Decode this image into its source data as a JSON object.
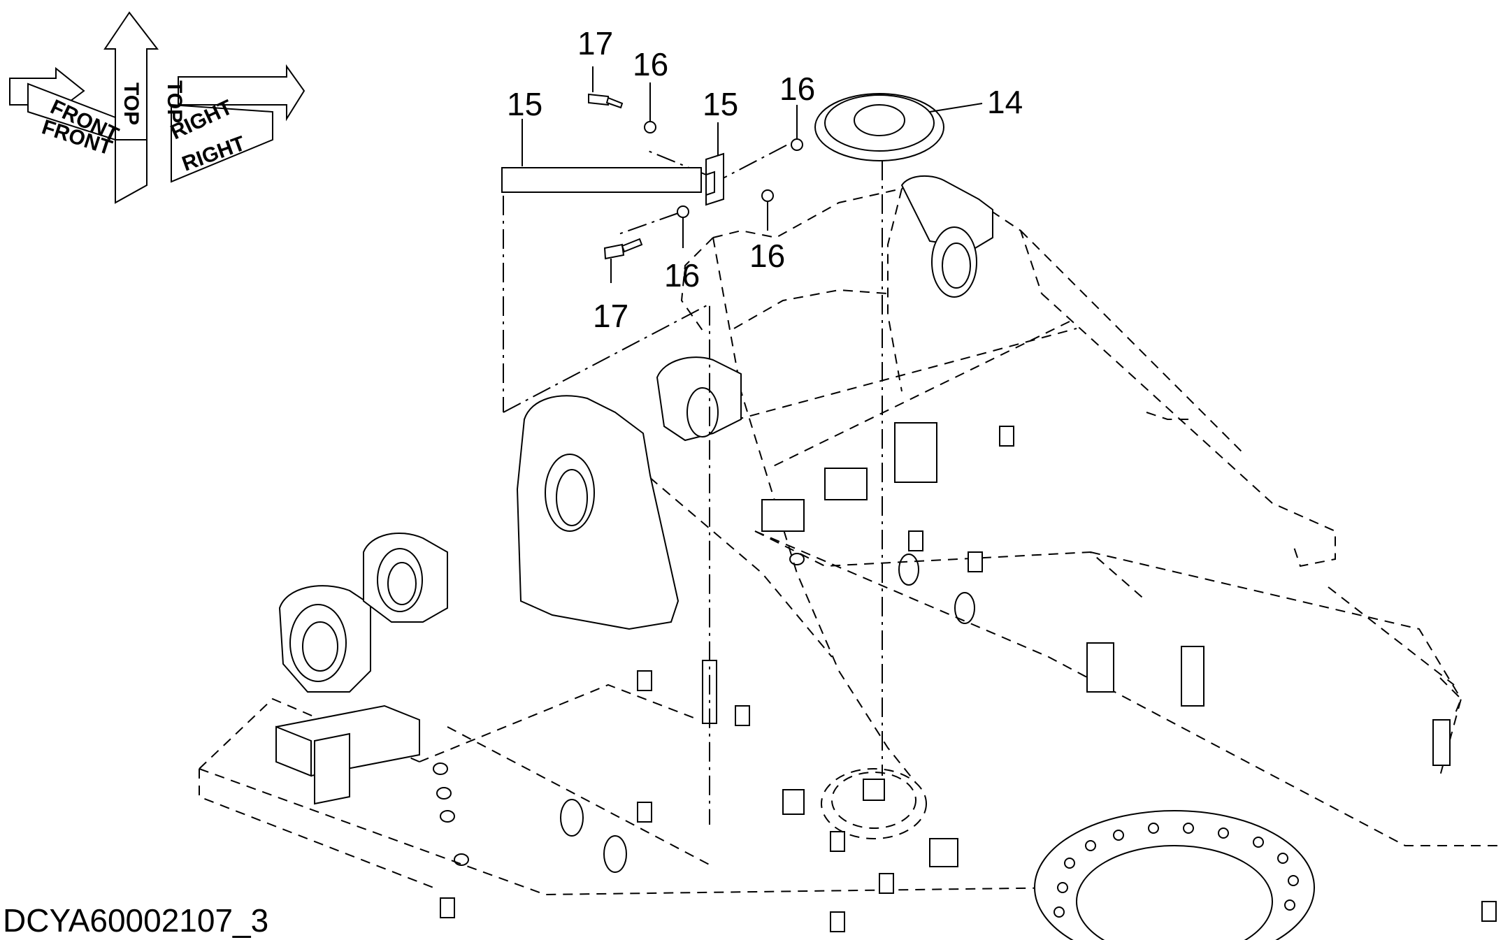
{
  "drawing_id": "DCYA60002107_3",
  "orientation_arrows": {
    "front": [
      "FRONT",
      "FRONT"
    ],
    "top": [
      "TOP",
      "TOP"
    ],
    "right": [
      "RIGHT",
      "RIGHT"
    ]
  },
  "callouts": {
    "c14": "14",
    "c15a": "15",
    "c15b": "15",
    "c16a": "16",
    "c16b": "16",
    "c16c": "16",
    "c16d": "16",
    "c17a": "17",
    "c17b": "17"
  }
}
